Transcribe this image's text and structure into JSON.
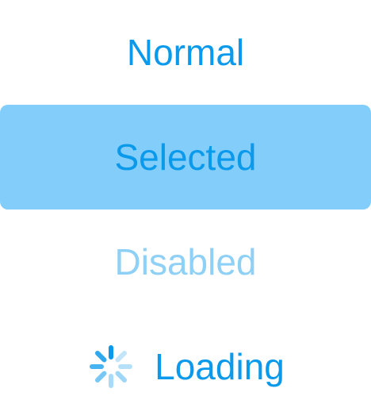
{
  "buttons": [
    {
      "state": "normal",
      "label": "Normal"
    },
    {
      "state": "selected",
      "label": "Selected"
    },
    {
      "state": "disabled",
      "label": "Disabled"
    },
    {
      "state": "loading",
      "label": "Loading"
    }
  ],
  "colors": {
    "text": "#0a99eb",
    "selected_bg": "#83cdfa",
    "disabled_text": "#8fd0f6"
  },
  "icons": {
    "loading": "spinner-icon"
  }
}
